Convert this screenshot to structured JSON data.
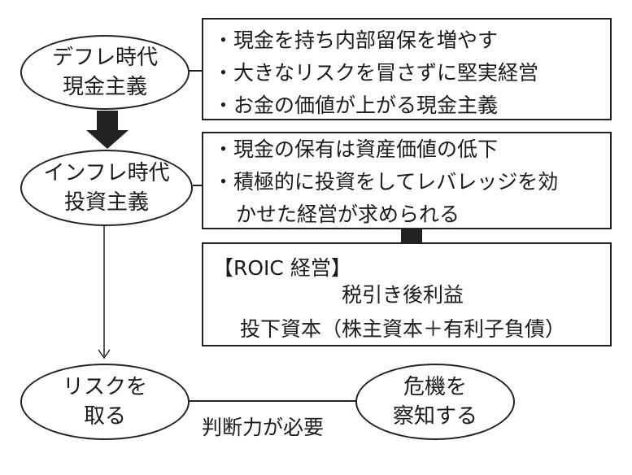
{
  "nodes": {
    "deflation": {
      "line1": "デフレ時代",
      "line2": "現金主義"
    },
    "inflation": {
      "line1": "インフレ時代",
      "line2": "投資主義"
    },
    "risk": {
      "line1": "リスクを",
      "line2": "取る"
    },
    "crisis": {
      "line1": "危機を",
      "line2": "察知する"
    }
  },
  "deflation_box": {
    "items": [
      "・現金を持ち内部留保を増やす",
      "・大きなリスクを冒さずに堅実経営",
      "・お金の価値が上がる現金主義"
    ]
  },
  "inflation_box": {
    "item1": "・現金の保有は資産価値の低下",
    "item2_line1": "・積極的に投資をしてレバレッジを効",
    "item2_line2": "かせた経営が求められる"
  },
  "roic_box": {
    "title": "【ROIC 経営】",
    "numerator": "税引き後利益",
    "denominator": "投下資本（株主資本＋有利子負債）"
  },
  "connector_label": "判断力が必要"
}
